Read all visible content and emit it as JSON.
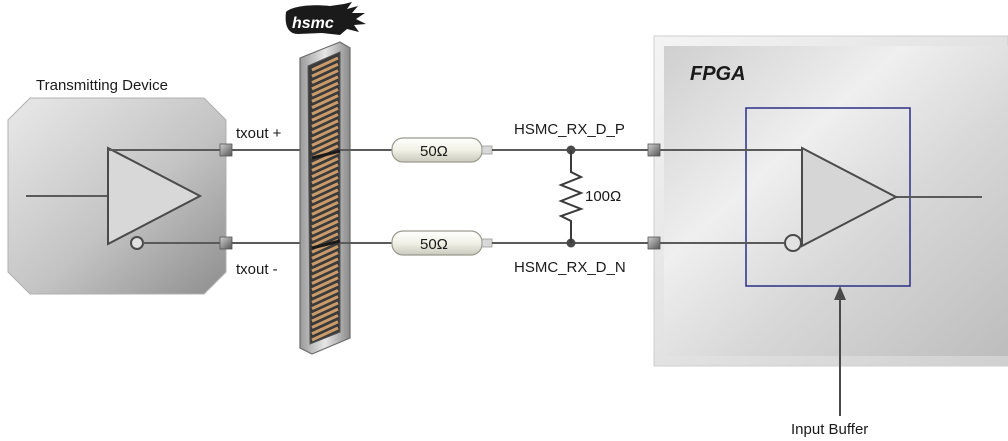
{
  "logo_text": "hsmc",
  "transmitter": {
    "title": "Transmitting Device",
    "pin_p": "txout +",
    "pin_n": "txout -"
  },
  "line_p": {
    "resistor": "50Ω",
    "net": "HSMC_RX_D_P"
  },
  "line_n": {
    "resistor": "50Ω",
    "net": "HSMC_RX_D_N"
  },
  "termination": {
    "resistor": "100Ω"
  },
  "fpga": {
    "title": "FPGA",
    "buffer_label": "Input Buffer"
  },
  "colors": {
    "wire": "#5a5a5a",
    "buffer_box": "#2b2f86",
    "connector_contact": "#c99a6a"
  }
}
